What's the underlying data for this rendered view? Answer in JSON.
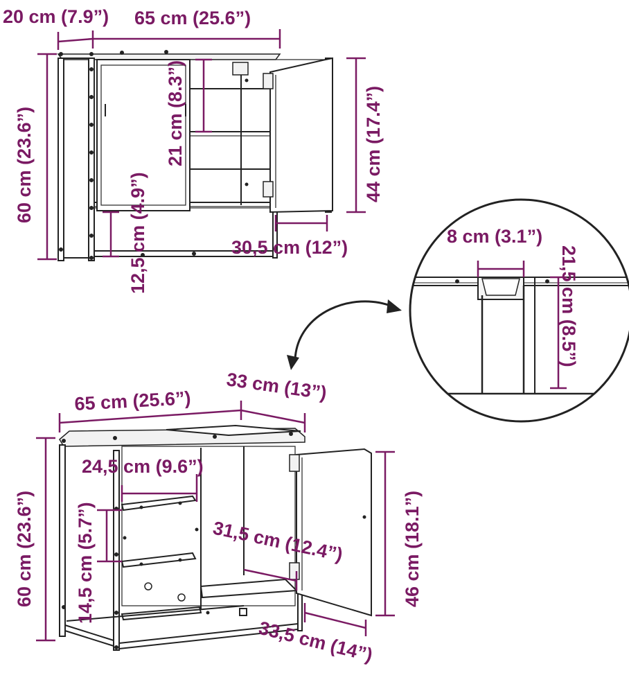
{
  "colors": {
    "dimension": "#7a1a63",
    "line": "#222222",
    "background": "#ffffff"
  },
  "wall_cabinet": {
    "depth": "20 cm (7.9”)",
    "width": "65 cm (25.6”)",
    "height": "60 cm (23.6”)",
    "shelf_gap": "21 cm (8.3”)",
    "door_height": "44 cm (17.4”)",
    "bottom_gap": "12,5 cm (4.9”)",
    "door_width": "30,5 cm (12”)"
  },
  "detail": {
    "slot_width": "8 cm (3.1”)",
    "slot_depth": "21,5 cm (8.5”)"
  },
  "base_cabinet": {
    "width": "65 cm (25.6”)",
    "depth": "33 cm (13”)",
    "height": "60 cm (23.6”)",
    "shelf_width": "24,5 cm (9.6”)",
    "shelf_gap": "14,5 cm (5.7”)",
    "inner_width": "31,5 cm (12.4”)",
    "door_height": "46 cm (18.1”)",
    "door_width": "33,5 cm (14”)"
  }
}
